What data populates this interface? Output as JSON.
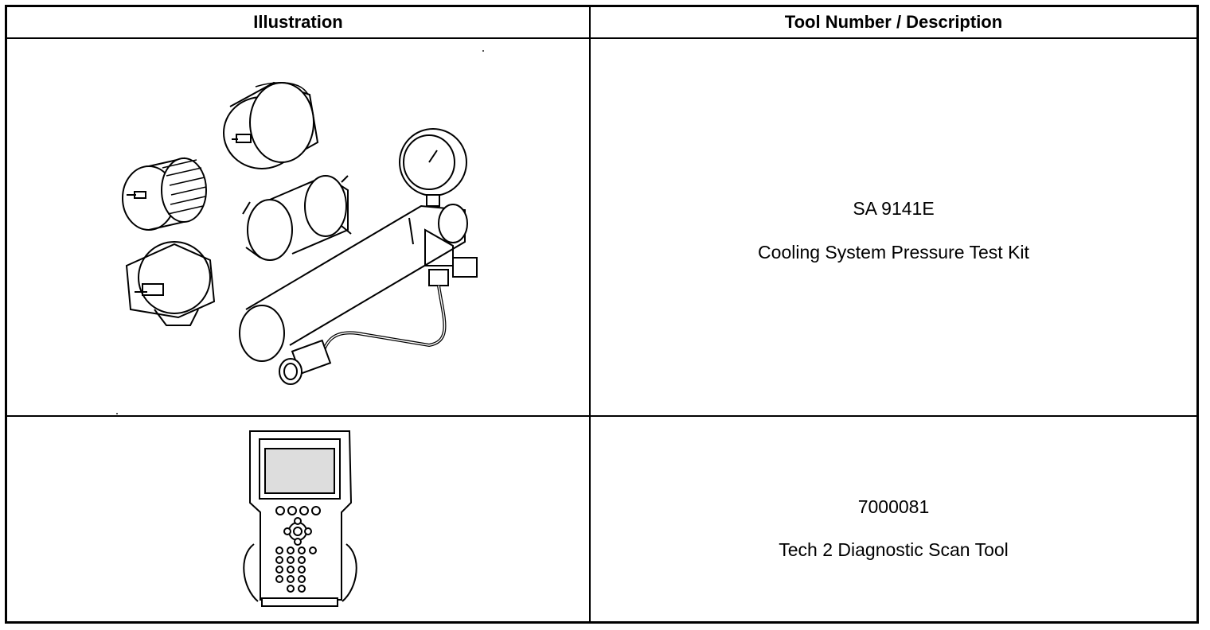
{
  "table": {
    "headers": {
      "illustration": "Illustration",
      "tool": "Tool Number / Description"
    },
    "rows": [
      {
        "illustration_icon": "cooling-system-pressure-test-kit-icon",
        "tool_number": "SA 9141E",
        "description": "Cooling System Pressure Test Kit"
      },
      {
        "illustration_icon": "tech-2-scan-tool-icon",
        "tool_number": "7000081",
        "description": "Tech 2 Diagnostic Scan Tool"
      }
    ]
  }
}
